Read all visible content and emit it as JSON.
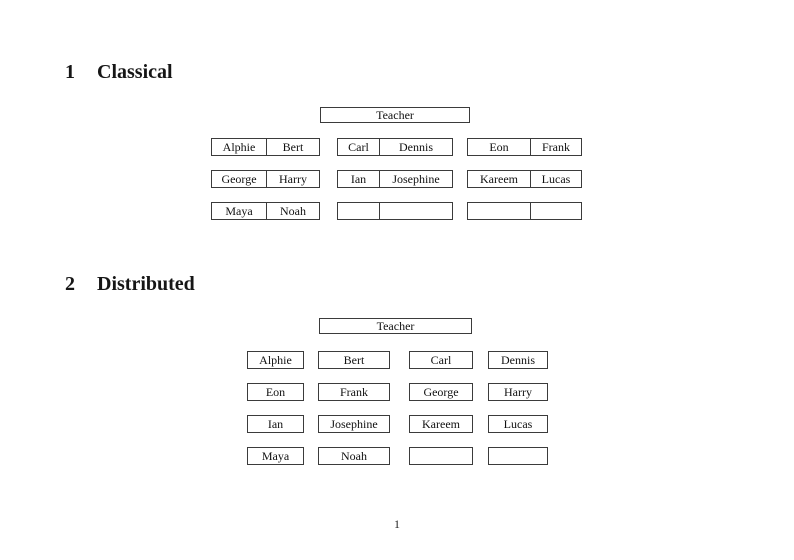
{
  "page_number": "1",
  "sections": {
    "classical": {
      "number": "1",
      "title": "Classical",
      "teacher_label": "Teacher",
      "desks": [
        [
          "Alphie",
          "Bert"
        ],
        [
          "Carl",
          "Dennis"
        ],
        [
          "Eon",
          "Frank"
        ],
        [
          "George",
          "Harry"
        ],
        [
          "Ian",
          "Josephine"
        ],
        [
          "Kareem",
          "Lucas"
        ],
        [
          "Maya",
          "Noah"
        ],
        [
          "",
          ""
        ],
        [
          "",
          ""
        ]
      ]
    },
    "distributed": {
      "number": "2",
      "title": "Distributed",
      "teacher_label": "Teacher",
      "seats": [
        "Alphie",
        "Bert",
        "Carl",
        "Dennis",
        "Eon",
        "Frank",
        "George",
        "Harry",
        "Ian",
        "Josephine",
        "Kareem",
        "Lucas",
        "Maya",
        "Noah",
        "",
        ""
      ]
    }
  }
}
